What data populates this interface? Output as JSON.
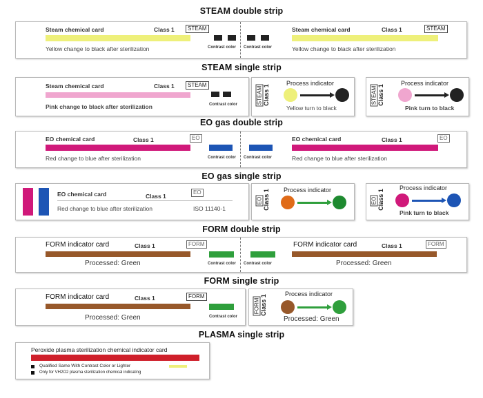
{
  "sections": {
    "steam_double": "STEAM double strip",
    "steam_single": "STEAM single strip",
    "eo_double": "EO gas double strip",
    "eo_single": "EO gas single strip",
    "form_double": "FORM double strip",
    "form_single": "FORM single strip",
    "plasma_single": "PLASMA single strip"
  },
  "steam": {
    "card_title": "Steam chemical card",
    "class": "Class 1",
    "tag": "STEAM",
    "double_note": "Yellow change to black after sterilization",
    "single_note": "Pink change to black after sterilization",
    "contrast": "Contrast color",
    "process_indicator": "Process indicator",
    "vertical_tag": "STEAM",
    "vertical_class": "Class 1",
    "yellow_turn": "Yellow turn to black",
    "pink_turn": "Pink turn to black"
  },
  "eo": {
    "card_title": "EO chemical card",
    "class": "Class 1",
    "tag": "EO",
    "note": "Red change to blue after sterilization",
    "contrast": "Contrast color",
    "iso": "ISO 11140-1",
    "process_indicator": "Process indicator",
    "vertical_tag": "EO",
    "vertical_class": "Class 1",
    "pink_turn": "Pink turn to black"
  },
  "form": {
    "card_title": "FORM indicator card",
    "class": "Class 1",
    "tag": "FORM",
    "processed": "Processed: Green",
    "contrast": "Contrast color",
    "process_indicator": "Process indicator",
    "vertical_tag": "FORM",
    "vertical_class": "Class 1"
  },
  "plasma": {
    "card_title": "Peroxide plasma sterilization chemical indicator card",
    "note1": "Qualified Same With Contrast Color or Lighter",
    "note2": "Only for VH2O2 plasma sterilization chemical indicating"
  },
  "colors": {
    "yellow": "#eef07a",
    "pink_light": "#f0a6cf",
    "magenta": "#d0197a",
    "blue": "#1d55b5",
    "brown": "#97582a",
    "green": "#2f9f3c",
    "red": "#cf1f2a",
    "orange": "#e06b18",
    "black": "#222222"
  }
}
